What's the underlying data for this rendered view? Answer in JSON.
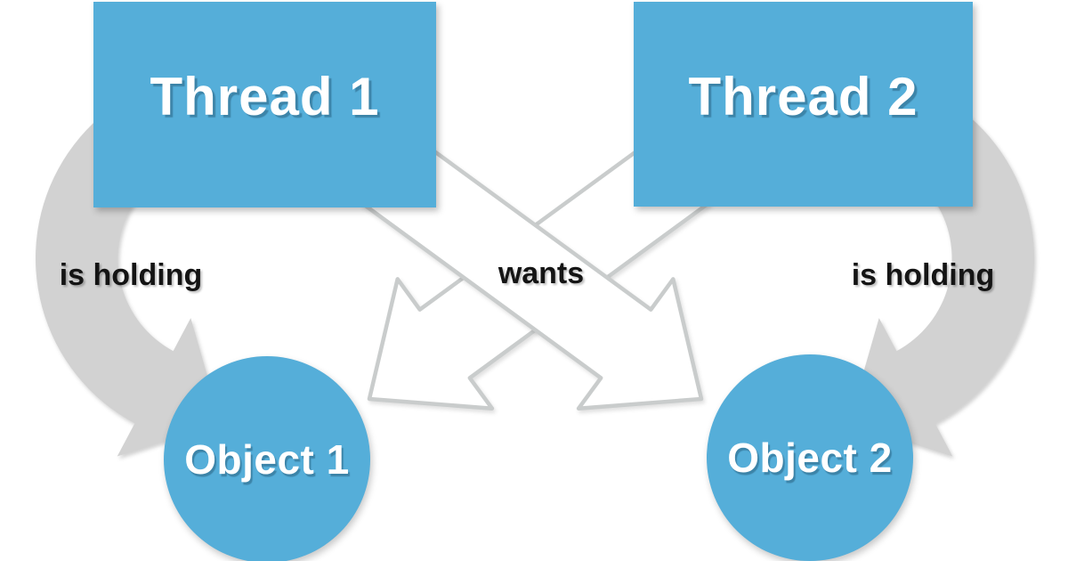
{
  "diagram": {
    "nodes": [
      {
        "id": "thread1",
        "label": "Thread 1",
        "shape": "rectangle"
      },
      {
        "id": "thread2",
        "label": "Thread 2",
        "shape": "rectangle"
      },
      {
        "id": "object1",
        "label": "Object 1",
        "shape": "circle"
      },
      {
        "id": "object2",
        "label": "Object 2",
        "shape": "circle"
      }
    ],
    "edges": [
      {
        "from": "thread1",
        "to": "object1",
        "label": "is holding",
        "style": "gray-curved-arrow"
      },
      {
        "from": "thread2",
        "to": "object2",
        "label": "is holding",
        "style": "gray-curved-arrow"
      },
      {
        "from": "thread1",
        "to": "object2",
        "label": "wants",
        "style": "white-block-arrow"
      },
      {
        "from": "thread2",
        "to": "object1",
        "label": "wants",
        "style": "white-block-arrow"
      }
    ],
    "labels": {
      "holding_left": "is holding",
      "wants": "wants",
      "holding_right": "is holding"
    }
  },
  "colors": {
    "node_fill": "#55aed9",
    "node_text": "#ffffff",
    "curved_arrow_fill": "#d2d2d2",
    "block_arrow_fill": "#ffffff",
    "block_arrow_outline": "#c9cccc",
    "label_text": "#141414",
    "background": "#ffffff"
  }
}
